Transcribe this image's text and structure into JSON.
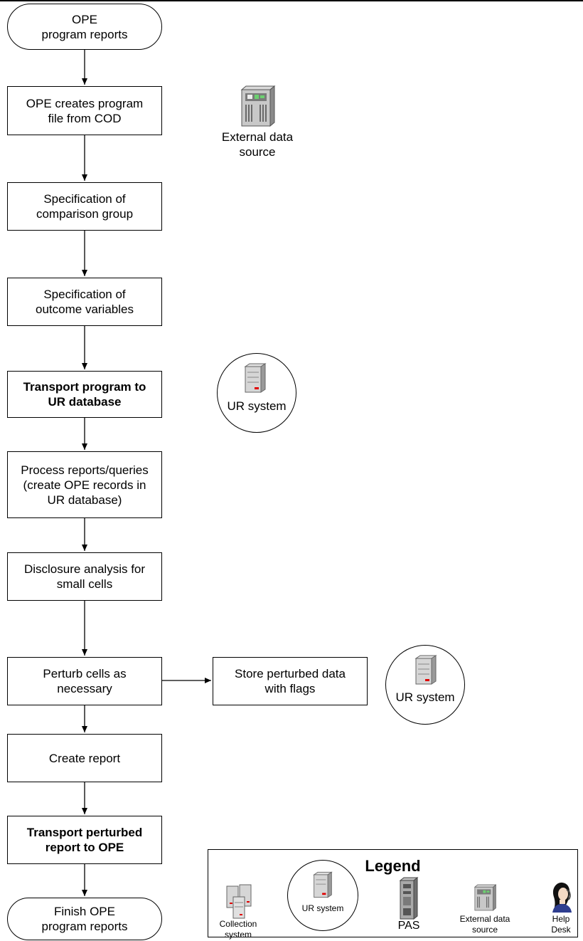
{
  "flow": {
    "start": "OPE\nprogram reports",
    "step1": "OPE creates program\nfile from COD",
    "step2": "Specification of\ncomparison group",
    "step3": "Specification of\noutcome variables",
    "step4": "Transport program to\nUR database",
    "step5": "Process reports/queries\n(create OPE records in\nUR database)",
    "step6": "Disclosure analysis for\nsmall cells",
    "step7": "Perturb cells as\nnecessary",
    "step7_side": "Store perturbed data\nwith flags",
    "step8": "Create report",
    "step9": "Transport perturbed\nreport to OPE",
    "end": "Finish OPE\nprogram reports"
  },
  "annotations": {
    "external_source": "External data\nsource",
    "ur_system_1": "UR system",
    "ur_system_2": "UR system"
  },
  "legend": {
    "title": "Legend",
    "collection": "Collection\nsystem",
    "ur_system": "UR system",
    "pas": "PAS",
    "external": "External data\nsource",
    "help_desk": "Help\nDesk"
  }
}
